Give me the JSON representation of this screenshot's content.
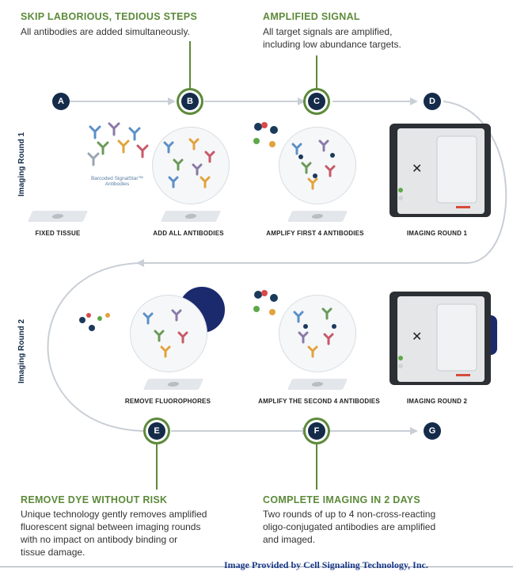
{
  "callouts": {
    "skip": {
      "title": "SKIP LABORIOUS, TEDIOUS STEPS",
      "text": "All antibodies are added simultaneously."
    },
    "amplified": {
      "title": "AMPLIFIED SIGNAL",
      "line1": "All target signals are amplified,",
      "line2": "including low abundance targets."
    },
    "remove": {
      "title": "REMOVE DYE WITHOUT RISK",
      "line1": "Unique technology gently removes amplified",
      "line2": "fluorescent signal between imaging rounds",
      "line3": "with no impact on antibody binding or",
      "line4": "tissue damage."
    },
    "complete": {
      "title": "COMPLETE IMAGING IN 2 DAYS",
      "line1": "Two rounds of up to 4 non-cross-reacting",
      "line2": "oligo-conjugated antibodies are amplified",
      "line3": "and imaged."
    }
  },
  "rounds": {
    "round1": "Imaging Round 1",
    "round2": "Imaging Round 2"
  },
  "steps": {
    "a": "A",
    "b": "B",
    "c": "C",
    "d": "D",
    "e": "E",
    "f": "F",
    "g": "G"
  },
  "labels": {
    "fixed_tissue": "FIXED TISSUE",
    "add_all": "ADD ALL ANTIBODIES",
    "amplify_first": "AMPLIFY FIRST 4 ANTIBODIES",
    "imaging_round_1": "IMAGING ROUND 1",
    "remove_fluorophores": "REMOVE FLUOROPHORES",
    "amplify_second": "AMPLIFY THE SECOND 4 ANTIBODIES",
    "imaging_round_2": "IMAGING ROUND 2",
    "barcoded": "Barcoded SignalStar™ Antibodies"
  },
  "credit": "Image Provided by Cell Signaling Technology, Inc.",
  "colors": {
    "accent": "#5c8a3a",
    "step": "#152b4a",
    "arrow": "#c9cfd6"
  }
}
